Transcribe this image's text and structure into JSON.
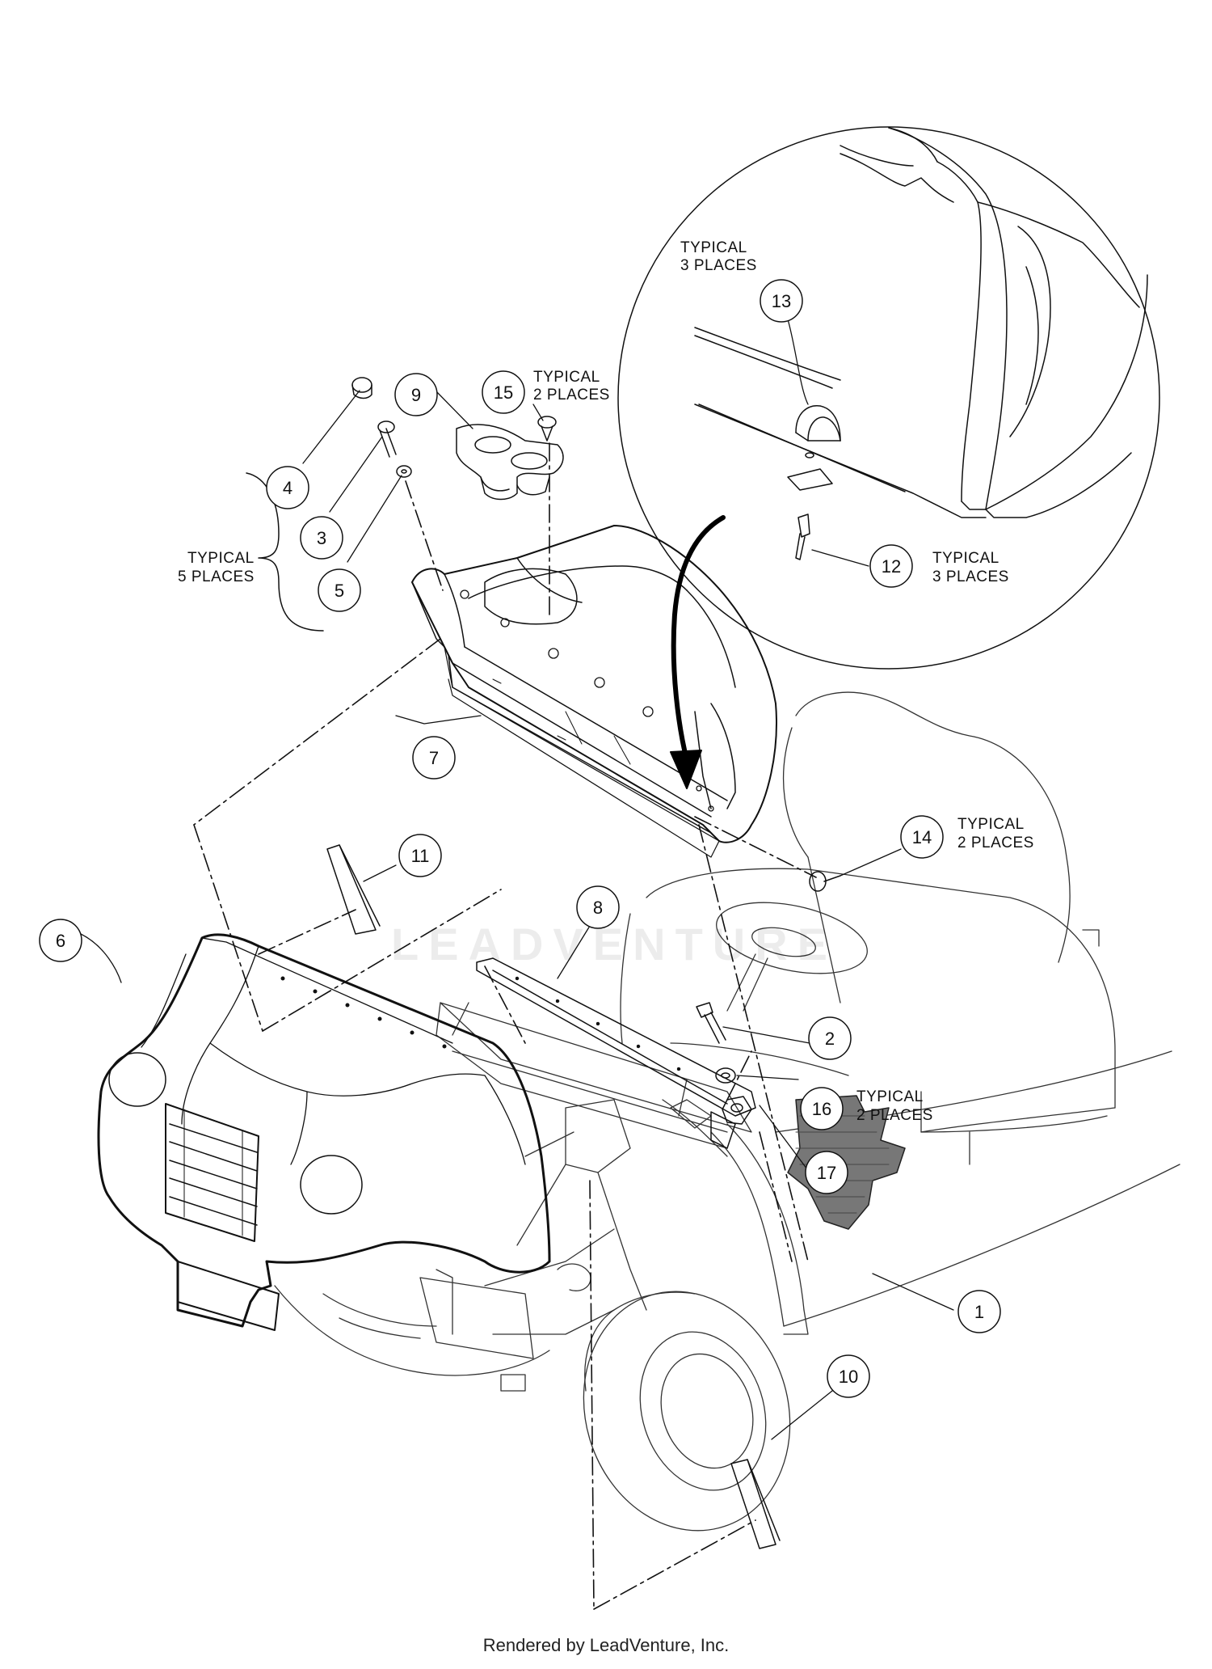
{
  "callouts": [
    {
      "id": "1",
      "text": "1"
    },
    {
      "id": "2",
      "text": "2"
    },
    {
      "id": "3",
      "text": "3"
    },
    {
      "id": "4",
      "text": "4"
    },
    {
      "id": "5",
      "text": "5"
    },
    {
      "id": "6",
      "text": "6"
    },
    {
      "id": "7",
      "text": "7"
    },
    {
      "id": "8",
      "text": "8"
    },
    {
      "id": "9",
      "text": "9"
    },
    {
      "id": "10",
      "text": "10"
    },
    {
      "id": "11",
      "text": "11"
    },
    {
      "id": "12",
      "text": "12"
    },
    {
      "id": "13",
      "text": "13"
    },
    {
      "id": "14",
      "text": "14"
    },
    {
      "id": "15",
      "text": "15"
    },
    {
      "id": "16",
      "text": "16"
    },
    {
      "id": "17",
      "text": "17"
    }
  ],
  "notes": {
    "typical_5": [
      "TYPICAL",
      "5 PLACES"
    ],
    "typical_15": [
      "TYPICAL",
      "2 PLACES"
    ],
    "typical_13": [
      "TYPICAL",
      "3 PLACES"
    ],
    "typical_12": [
      "TYPICAL",
      "3 PLACES"
    ],
    "typical_14": [
      "TYPICAL",
      "2 PLACES"
    ],
    "typical_16": [
      "TYPICAL",
      "2 PLACES"
    ]
  },
  "watermark": "LEADVENTURE",
  "footer": "Rendered by LeadVenture, Inc."
}
